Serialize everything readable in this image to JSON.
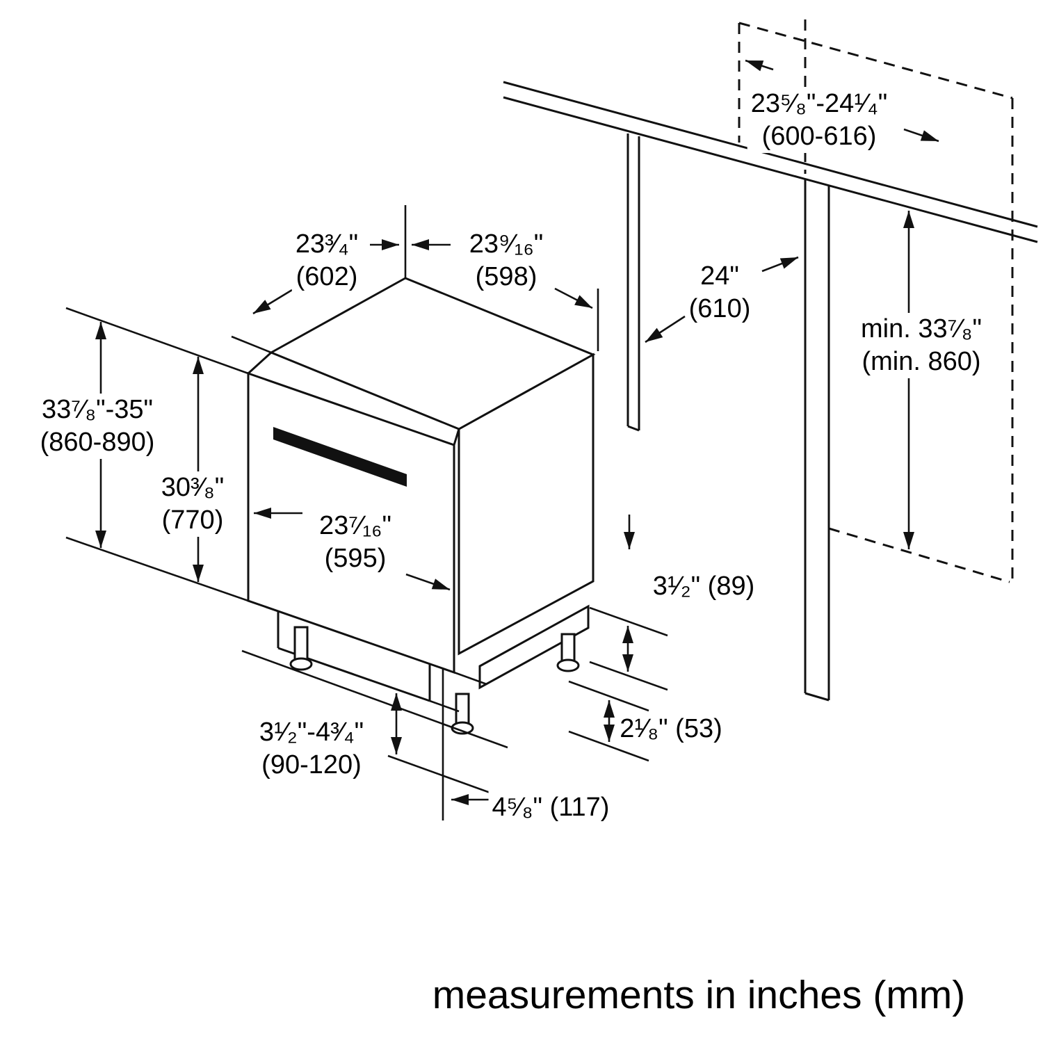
{
  "caption": "measurements in inches (mm)",
  "labels": {
    "top_depth": {
      "line1": "23³⁄₄\"",
      "line2": "(602)"
    },
    "top_width": {
      "line1": "23⁹⁄₁₆\"",
      "line2": "(598)"
    },
    "niche_width": {
      "line1": "23⁵⁄₈\"-24¹⁄₄\"",
      "line2": "(600-616)"
    },
    "niche_depth": {
      "line1": "24\"",
      "line2": "(610)"
    },
    "niche_height": {
      "line1": "min. 33⁷⁄₈\"",
      "line2": "(min. 860)"
    },
    "overall_height": {
      "line1": "33⁷⁄₈\"-35\"",
      "line2": "(860-890)"
    },
    "door_height": {
      "line1": "30³⁄₈\"",
      "line2": "(770)"
    },
    "door_width": {
      "line1": "23⁷⁄₁₆\"",
      "line2": "(595)"
    },
    "base_height": {
      "line1": "3¹⁄₂\" (89)"
    },
    "foot_offset": {
      "line1": "2¹⁄₈\" (53)"
    },
    "leg_range": {
      "line1": "3¹⁄₂\"-4³⁄₄\"",
      "line2": "(90-120)"
    },
    "foot_inset": {
      "line1": "4⁵⁄₈\" (117)"
    }
  }
}
